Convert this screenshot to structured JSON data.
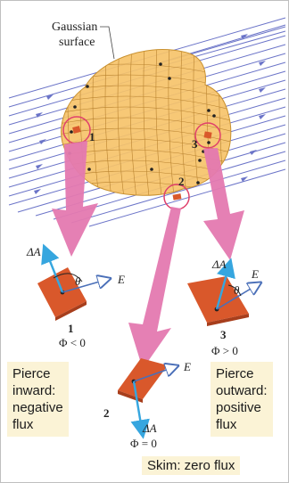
{
  "surface_label": [
    "Gaussian",
    "surface"
  ],
  "vector_labels": {
    "delta_a": "ΔA⃗",
    "e_field": "E⃗",
    "theta": "θ"
  },
  "patches": [
    {
      "number": "1",
      "flux": "Φ < 0"
    },
    {
      "number": "2",
      "flux": "Φ = 0"
    },
    {
      "number": "3",
      "flux": "Φ > 0"
    }
  ],
  "notes": {
    "inward": [
      "Pierce",
      "inward:",
      "negative",
      "flux"
    ],
    "outward": [
      "Pierce",
      "outward:",
      "positive",
      "flux"
    ],
    "skim": "Skim: zero flux"
  },
  "colors": {
    "field_lines": "#6b74c8",
    "surface_fill": "#f6c36a",
    "surface_grid": "#b9822e",
    "big_arrow": "#e479b0",
    "highlight_circle": "#e0406b",
    "patch_fill": "#d9582b",
    "area_vector": "#36a6df",
    "field_vector": "#4a6fb8",
    "note_bg": "#fbf3d6"
  }
}
